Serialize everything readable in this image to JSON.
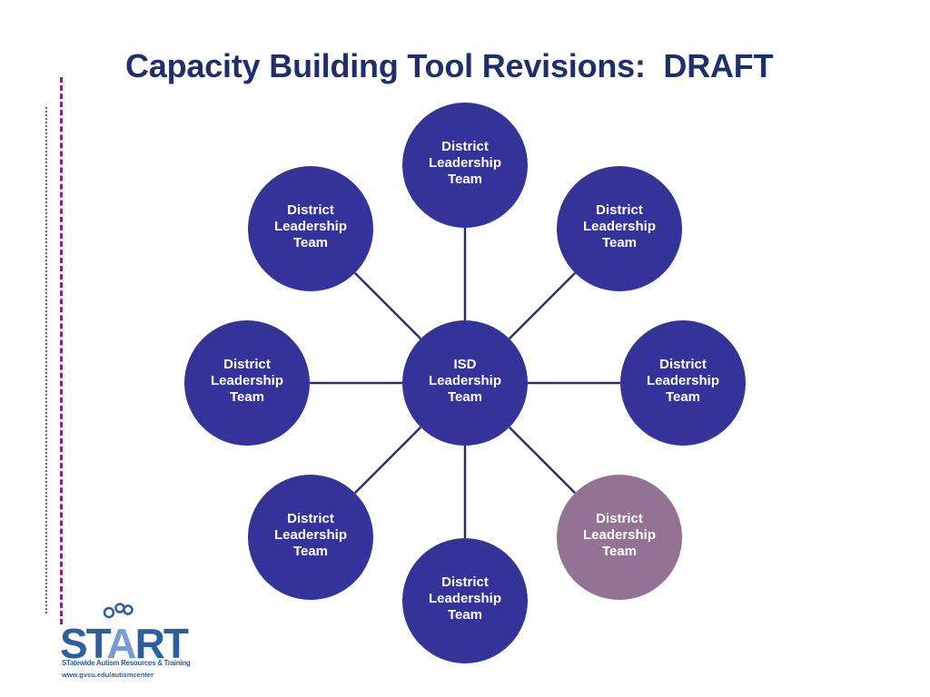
{
  "slide": {
    "title": "Capacity Building Tool Revisions:  DRAFT"
  },
  "colors": {
    "title": "#1f2f6b",
    "node_fill": "#343399",
    "node_highlight_fill": "#937293",
    "connector": "#2b2f6e",
    "rail": "#8e1e8e",
    "logo": "#2d5fa0"
  },
  "diagram": {
    "center": {
      "lines": [
        "ISD",
        "Leadership",
        "Team"
      ]
    },
    "nodes": [
      {
        "lines": [
          "District",
          "Leadership",
          "Team"
        ],
        "highlight": false
      },
      {
        "lines": [
          "District",
          "Leadership",
          "Team"
        ],
        "highlight": false
      },
      {
        "lines": [
          "District",
          "Leadership",
          "Team"
        ],
        "highlight": false
      },
      {
        "lines": [
          "District",
          "Leadership",
          "Team"
        ],
        "highlight": true
      },
      {
        "lines": [
          "District",
          "Leadership",
          "Team"
        ],
        "highlight": false
      },
      {
        "lines": [
          "District",
          "Leadership",
          "Team"
        ],
        "highlight": false
      },
      {
        "lines": [
          "District",
          "Leadership",
          "Team"
        ],
        "highlight": false
      },
      {
        "lines": [
          "District",
          "Leadership",
          "Team"
        ],
        "highlight": false
      }
    ]
  },
  "logo": {
    "word_pre": "ST",
    "word_a": "A",
    "word_post": "RT",
    "tagline": "STatewide Autism Resources & Training",
    "url": "www.gvsu.edu/autismcenter"
  }
}
